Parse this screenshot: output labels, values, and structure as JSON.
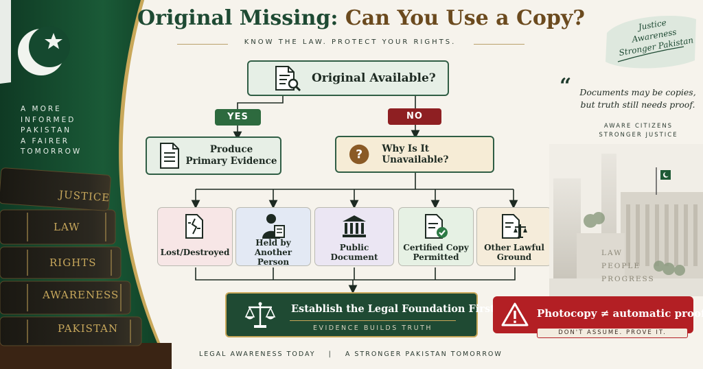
{
  "header": {
    "title_part1": "Original Missing:",
    "title_part2": "Can You Use a Copy?",
    "subtitle": "KNOW THE LAW. PROTECT YOUR RIGHTS."
  },
  "left_panel": {
    "slogan_lines": [
      "A MORE",
      "INFORMED",
      "PAKISTAN",
      "A FAIRER",
      "TOMORROW"
    ],
    "book_labels": [
      "JUSTICE",
      "LAW",
      "RIGHTS",
      "AWARENESS",
      "PAKISTAN"
    ]
  },
  "flowchart": {
    "root": {
      "label": "Original Available?",
      "icon": "document-search-icon"
    },
    "yes_label": "YES",
    "no_label": "NO",
    "yes_box": {
      "label_line1": "Produce",
      "label_line2": "Primary Evidence",
      "icon": "document-icon"
    },
    "no_box": {
      "label": "Why Is It Unavailable?",
      "icon": "question-circle-icon"
    },
    "categories": [
      {
        "label": "Lost/Destroyed",
        "icon": "torn-document-icon",
        "bg": "#f7e6e6"
      },
      {
        "label": "Held by Another Person",
        "icon": "person-with-document-icon",
        "bg": "#e3e9f4"
      },
      {
        "label": "Public Document",
        "icon": "government-building-icon",
        "bg": "#ebe6f3"
      },
      {
        "label": "Certified Copy Permitted",
        "icon": "certified-document-icon",
        "bg": "#e6f1e4"
      },
      {
        "label": "Other Lawful Ground",
        "icon": "document-scales-icon",
        "bg": "#f5ecda"
      }
    ],
    "foundation": {
      "title": "Establish the Legal Foundation First.",
      "subtitle": "EVIDENCE BUILDS TRUTH",
      "icon": "scales-of-justice-icon"
    },
    "warning": {
      "title": "Photocopy ≠ automatic proof.",
      "subtitle": "DON'T ASSUME. PROVE IT.",
      "icon": "warning-triangle-icon"
    }
  },
  "right_panel": {
    "stamp_lines": [
      "Justice",
      "Awareness",
      "Stronger Pakistan"
    ],
    "quote_line1": "Documents may be copies,",
    "quote_line2": "but truth still needs proof.",
    "credit_line1": "AWARE CITIZENS",
    "credit_line2": "STRONGER JUSTICE",
    "court_words": [
      "LAW",
      "PEOPLE",
      "PROGRESS"
    ]
  },
  "footer": {
    "left": "LEGAL AWARENESS TODAY",
    "separator": "|",
    "right": "A STRONGER PAKISTAN TOMORROW"
  },
  "colors": {
    "green": "#1f4a33",
    "yes_green": "#2d6a3e",
    "no_red": "#8e1f22",
    "warning_red": "#b31f24",
    "gold": "#c9a85a",
    "brown": "#6b4a1e",
    "background": "#f6f3ec"
  }
}
